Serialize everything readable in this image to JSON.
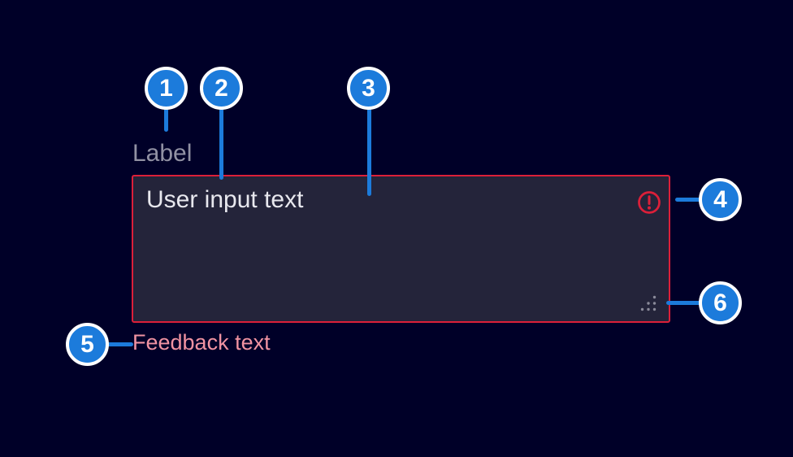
{
  "textarea_component": {
    "label": "Label",
    "value": "User input text",
    "feedback": "Feedback text",
    "state": "error",
    "error_icon": "exclamation-circle",
    "resize_icon": "resize-grip-dots"
  },
  "callouts": [
    {
      "number": "1",
      "target": "label"
    },
    {
      "number": "2",
      "target": "field-container"
    },
    {
      "number": "3",
      "target": "user-input-text"
    },
    {
      "number": "4",
      "target": "error-icon"
    },
    {
      "number": "5",
      "target": "feedback-text"
    },
    {
      "number": "6",
      "target": "resize-handle"
    }
  ],
  "colors": {
    "background": "#000028",
    "field_background": "#24243A",
    "alarm_red": "#DC1F39",
    "feedback_text": "#F193A2",
    "label_text": "#9191A3",
    "input_text": "#E8E8EE",
    "callout_fill": "#1C7BDB",
    "callout_ring": "#FFFFFF",
    "grip_dots": "#8A8A99"
  }
}
